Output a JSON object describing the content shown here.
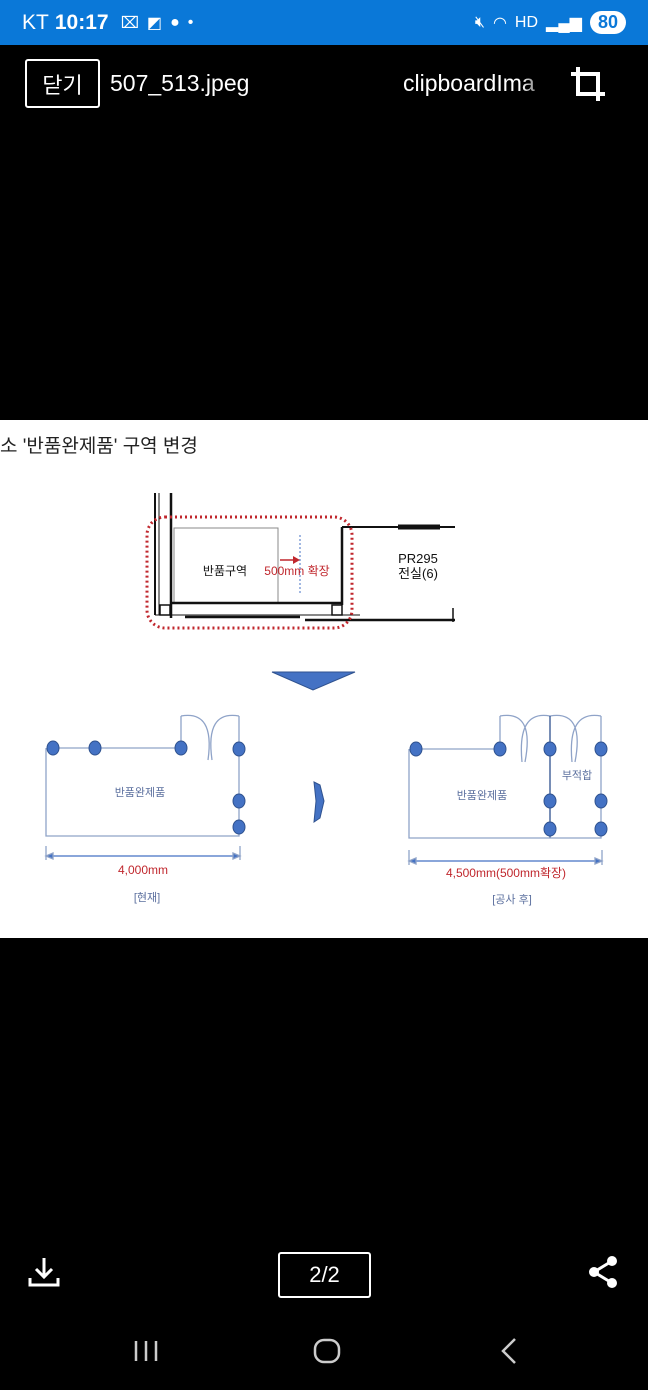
{
  "status_bar": {
    "carrier": "KT",
    "time": "10:17",
    "battery": "80",
    "hd": "HD"
  },
  "viewer": {
    "close_label": "닫기",
    "file_name_left": "507_513.jpeg",
    "file_name_right": "clipboardIma",
    "page_indicator": "2/2"
  },
  "image": {
    "title": "소 '반품완제품' 구역 변경",
    "plan": {
      "area_label": "반품구역",
      "expand_label": "500mm 확장",
      "room_code": "PR295",
      "room_name": "전실(6)"
    },
    "before": {
      "area_label": "반품완제품",
      "dimension": "4,000mm",
      "caption": "[현재]"
    },
    "after": {
      "area_label": "반품완제품",
      "extra_label": "부적합",
      "dimension": "4,500mm(500mm확장)",
      "caption": "[공사 후]"
    },
    "colors": {
      "dot": "#4472c4",
      "red": "#c0272d",
      "line": "#8fa3c8"
    }
  }
}
